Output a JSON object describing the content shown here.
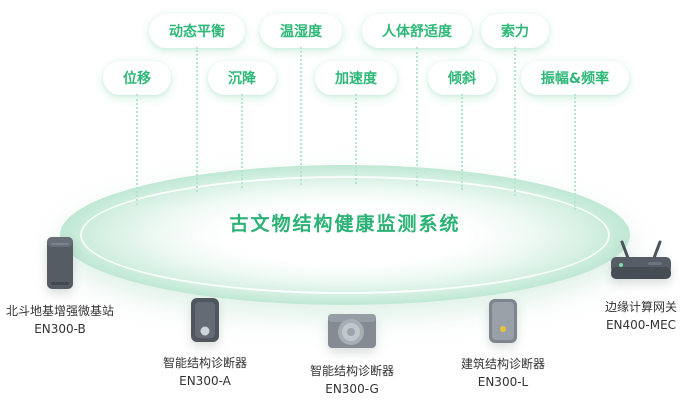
{
  "title": "古文物结构健康监测系统",
  "pills": {
    "row1": [
      {
        "label": "动态平衡"
      },
      {
        "label": "温湿度"
      },
      {
        "label": "人体舒适度"
      },
      {
        "label": "索力"
      }
    ],
    "row2": [
      {
        "label": "位移"
      },
      {
        "label": "沉降"
      },
      {
        "label": "加速度"
      },
      {
        "label": "倾斜"
      },
      {
        "label": "振幅&频率"
      }
    ]
  },
  "devices": [
    {
      "name": "北斗地基增强微基站",
      "model": "EN300-B",
      "icon": "base-station-icon"
    },
    {
      "name": "智能结构诊断器",
      "model": "EN300-A",
      "icon": "structure-diagnoser-icon"
    },
    {
      "name": "智能结构诊断器",
      "model": "EN300-G",
      "icon": "round-sensor-diagnoser-icon"
    },
    {
      "name": "建筑结构诊断器",
      "model": "EN300-L",
      "icon": "building-diagnoser-icon"
    },
    {
      "name": "边缘计算网关",
      "model": "EN400-MEC",
      "icon": "edge-gateway-icon"
    }
  ],
  "colors": {
    "accent_green": "#2eb878",
    "title_green": "#2bb274",
    "dotline_green": "#b5e6cf",
    "platform_edge_green": "#bfe8d4",
    "label_dark": "#333333"
  }
}
